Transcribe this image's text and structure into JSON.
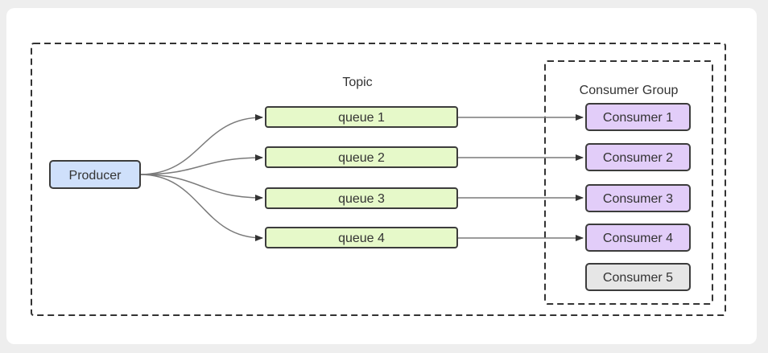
{
  "topic": {
    "label": "Topic",
    "queues": [
      {
        "label": "queue 1"
      },
      {
        "label": "queue 2"
      },
      {
        "label": "queue 3"
      },
      {
        "label": "queue 4"
      }
    ]
  },
  "producer": {
    "label": "Producer"
  },
  "consumer_group": {
    "label": "Consumer Group",
    "consumers": [
      {
        "label": "Consumer 1",
        "active": true
      },
      {
        "label": "Consumer 2",
        "active": true
      },
      {
        "label": "Consumer 3",
        "active": true
      },
      {
        "label": "Consumer 4",
        "active": true
      },
      {
        "label": "Consumer 5",
        "active": false
      }
    ]
  },
  "colors": {
    "producer_fill": "#cfe0fb",
    "queue_fill": "#e6f9c9",
    "consumer_fill": "#e2cdf9",
    "idle_consumer_fill": "#e6e6e6",
    "stroke": "#3c3c3c",
    "edge": "#7a7a7a"
  }
}
